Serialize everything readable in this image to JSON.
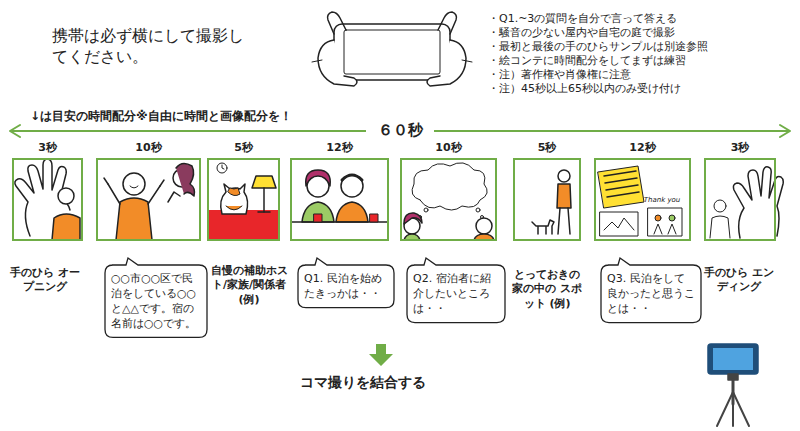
{
  "diagram": {
    "nodes": [
      {
        "text": [
          "3秒"
        ]
      },
      {
        "text": [
          "10秒"
        ]
      },
      {
        "text": [
          "5秒"
        ]
      },
      {
        "text": [
          "12秒"
        ]
      },
      {
        "text": [
          "10秒"
        ]
      },
      {
        "text": [
          "5秒"
        ]
      },
      {
        "text": [
          "12秒"
        ]
      },
      {
        "text": [
          "3秒"
        ]
      },
      {
        "text": [
          "○○市○○区で民泊をしている○○と△△です。宿の名前は○○です。"
        ]
      },
      {
        "text": [
          "Q1. 民泊を始めたきっかは・・"
        ]
      },
      {
        "text": [
          "Q2. 宿泊者に紹介したいところは・・"
        ]
      },
      {
        "text": [
          "Q3. 民泊をして良かったと思うことは・・"
        ]
      }
    ],
    "labels": [
      "携帯は必ず横にして撮影してください。",
      "・Q1.~3の質問を自分で言って答える",
      "・騒音の少ない屋内や自宅の庭で撮影",
      "・最初と最後の手のひらサンプルは別途参照",
      "・絵コンテに時間配分をしてまずは練習",
      "・注）著作権や肖像権に注意",
      "・注）45秒以上65秒以内のみ受け付け",
      "↓は目安の時間配分※自由に時間と画像配分を！",
      "６０秒",
      "Thank you",
      "手のひら オープニング",
      "自慢の補助ホスト/家族/関係者 (例)",
      "とっておきの 家の中の スポット (例)",
      "手のひら エンディング",
      "コマ撮りを結合する"
    ]
  }
}
